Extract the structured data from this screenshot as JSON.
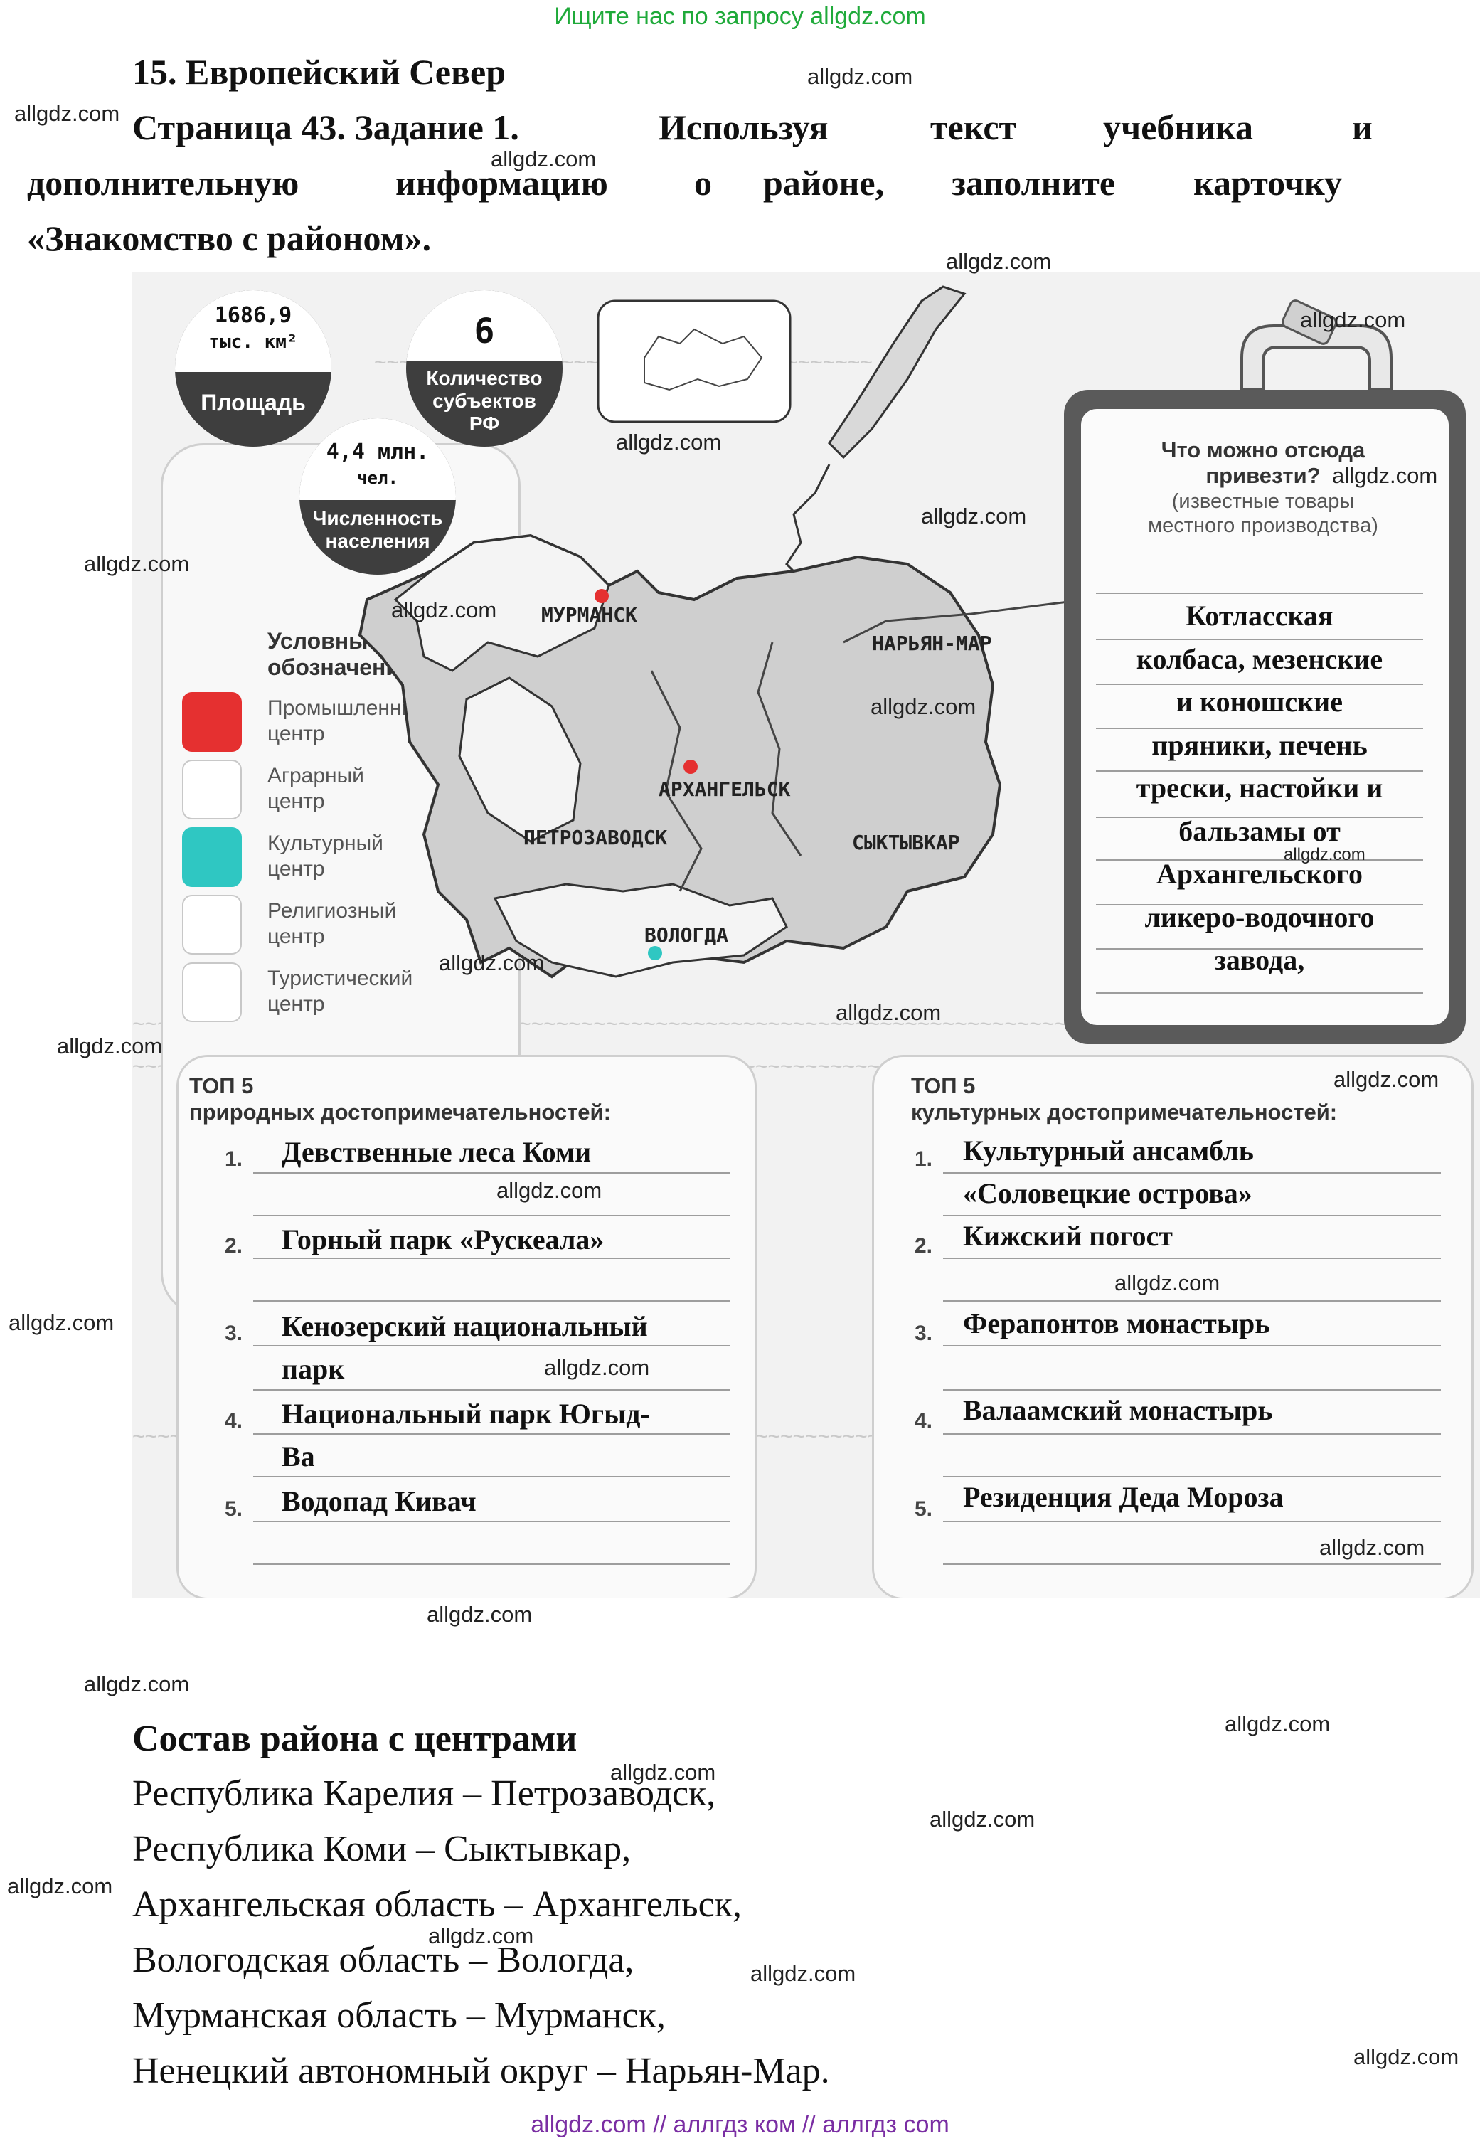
{
  "banner_top": "Ищите нас по запросу allgdz.com",
  "banner_bottom": "allgdz.com  //  аллгдз ком  //  аллгдз com",
  "header": {
    "title": "15. Европейский Север",
    "task_line1": "Страница 43. Задание 1.",
    "task_words": [
      "Используя",
      "текст",
      "учебника",
      "и"
    ],
    "task_line2_words": [
      "дополнительную",
      "информацию",
      "о",
      "районе,",
      "заполните",
      "карточку"
    ],
    "task_line3": "«Знакомство с районом»."
  },
  "watermark": "allgdz.com",
  "card": {
    "area": {
      "value": "1686,9",
      "unit": "тыс. км²",
      "label": "Площадь"
    },
    "subjects": {
      "value": "6",
      "label": "Количество субъектов РФ"
    },
    "population": {
      "value": "4,4 млн.",
      "unit": "чел.",
      "label": "Численность населения"
    },
    "legend": {
      "title": "Условные обозначения:",
      "items": [
        {
          "label": "Промышленный центр",
          "color": "#e53030"
        },
        {
          "label": "Аграрный центр",
          "color": "#ffffff"
        },
        {
          "label": "Культурный центр",
          "color": "#2fc7c2"
        },
        {
          "label": "Религиозный центр",
          "color": "#ffffff"
        },
        {
          "label": "Туристический центр",
          "color": "#ffffff"
        }
      ]
    },
    "map_cities": [
      "МУРМАНСК",
      "НАРЬЯН-МАР",
      "АРХАНГЕЛЬСК",
      "ПЕТРОЗАВОДСК",
      "СЫКТЫВКАР",
      "ВОЛОГДА"
    ],
    "souvenir": {
      "title": "Что можно отсюда привезти?",
      "subtitle": "(известные товары местного производства)",
      "lines": [
        "Котласская",
        "колбаса, мезенские",
        "и коношские",
        "пряники, печень",
        "трески, настойки и",
        "бальзамы от",
        "Архангельского",
        "ликеро-водочного",
        "завода,"
      ]
    },
    "top_nature": {
      "heading": "ТОП 5",
      "subheading": "природных достопримечательностей:",
      "items": [
        {
          "n": "1.",
          "lines": [
            "Девственные леса Коми"
          ]
        },
        {
          "n": "2.",
          "lines": [
            "Горный парк «Рускеала»"
          ]
        },
        {
          "n": "3.",
          "lines": [
            "Кенозерский национальный",
            "парк"
          ]
        },
        {
          "n": "4.",
          "lines": [
            "Национальный парк Югыд-",
            "Ва"
          ]
        },
        {
          "n": "5.",
          "lines": [
            "Водопад Кивач"
          ]
        }
      ]
    },
    "top_culture": {
      "heading": "ТОП 5",
      "subheading": "культурных достопримечательностей:",
      "items": [
        {
          "n": "1.",
          "lines": [
            "Культурный ансамбль",
            "«Соловецкие острова»"
          ]
        },
        {
          "n": "2.",
          "lines": [
            "Кижский погост"
          ]
        },
        {
          "n": "3.",
          "lines": [
            "Ферапонтов монастырь"
          ]
        },
        {
          "n": "4.",
          "lines": [
            "Валаамский монастырь"
          ]
        },
        {
          "n": "5.",
          "lines": [
            "Резиденция Деда Мороза"
          ]
        }
      ]
    }
  },
  "composition": {
    "title": "Состав района с центрами",
    "lines": [
      "Республика Карелия – Петрозаводск,",
      "Республика Коми – Сыктывкар,",
      "Архангельская область – Архангельск,",
      "Вологодская область – Вологда,",
      "Мурманская область – Мурманск,",
      "Ненецкий автономный округ – Нарьян-Мар."
    ]
  }
}
